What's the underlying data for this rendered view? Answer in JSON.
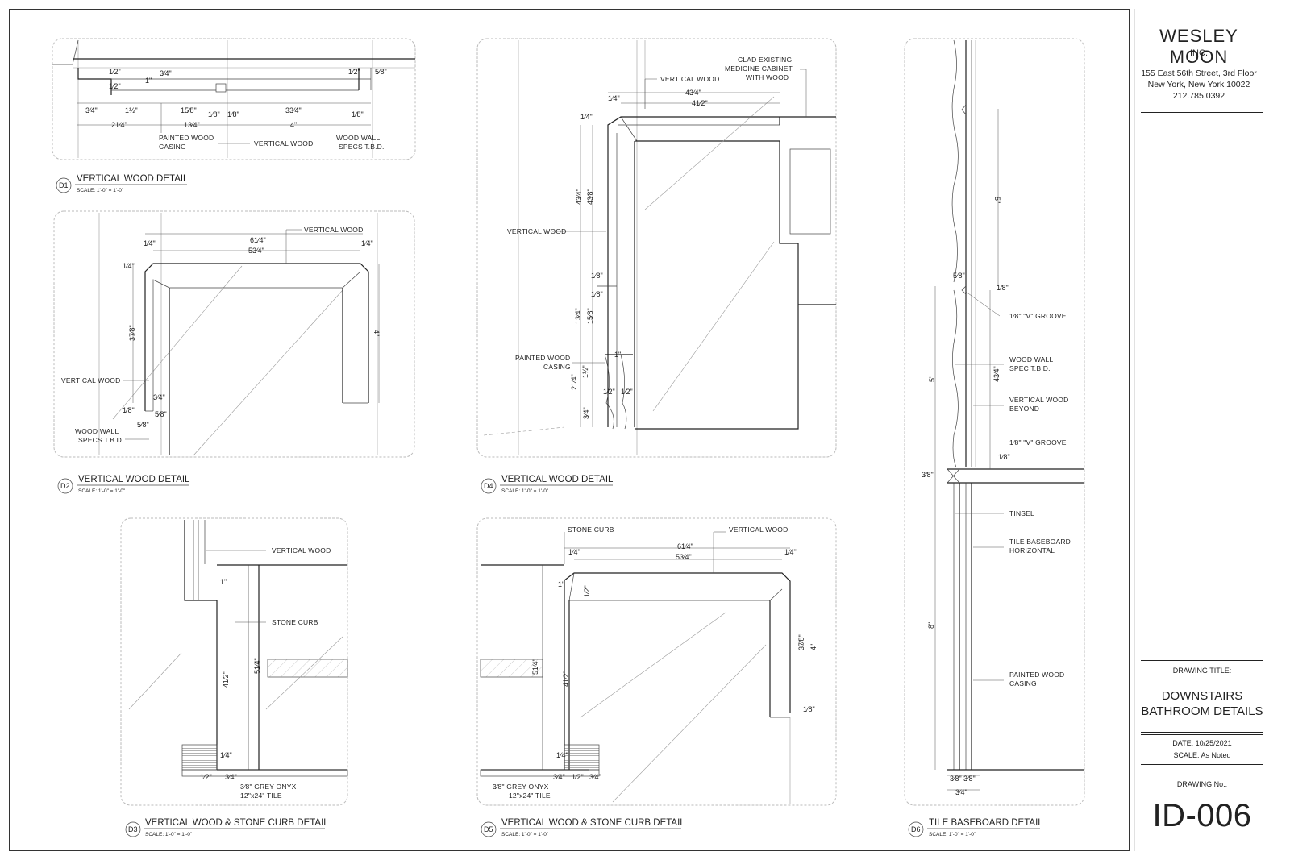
{
  "title_block": {
    "firm_name": "WESLEY MOON",
    "firm_suffix": "INC.",
    "address_line1": "155 East 56th Street, 3rd Floor",
    "address_line2": "New York, New York 10022",
    "phone": "212.785.0392",
    "drawing_title_label": "DRAWING TITLE:",
    "drawing_title_line1": "DOWNSTAIRS",
    "drawing_title_line2": "BATHROOM DETAILS",
    "date": "DATE: 10/25/2021",
    "scale": "SCALE: As Noted",
    "drawing_no_label": "DRAWING No.:",
    "drawing_no": "ID-006"
  },
  "details": {
    "d1": {
      "tag": "D1",
      "title": "VERTICAL WOOD DETAIL",
      "scale": "SCALE: 1'-0\" = 1'-0\"",
      "labels": {
        "painted_wood_casing_1": "PAINTED WOOD",
        "painted_wood_casing_2": "CASING",
        "vertical_wood": "VERTICAL WOOD",
        "wood_wall_1": "WOOD WALL",
        "wood_wall_2": "SPECS T.B.D."
      },
      "dims": {
        "a": "3⁄4\"",
        "b": "1½\"",
        "c": "15⁄8\"",
        "d": "33⁄4\"",
        "e": "21⁄4\"",
        "f": "13⁄4\"",
        "g": "4\"",
        "h": "1\"",
        "i": "1⁄8\"",
        "j": "1⁄8\"",
        "k": "1⁄8\"",
        "l": "1⁄2\"",
        "m": "1⁄2\"",
        "n": "3⁄4\"",
        "o": "1⁄2\"",
        "p": "5⁄8\""
      }
    },
    "d2": {
      "tag": "D2",
      "title": "VERTICAL WOOD DETAIL",
      "scale": "SCALE: 1'-0\" = 1'-0\"",
      "labels": {
        "vertical_wood_top": "VERTICAL WOOD",
        "vertical_wood_left": "VERTICAL WOOD",
        "wood_wall_1": "WOOD WALL",
        "wood_wall_2": "SPECS T.B.D."
      },
      "dims": {
        "a": "61⁄4\"",
        "b": "53⁄4\"",
        "c": "1⁄4\"",
        "d": "1⁄4\"",
        "e": "1⁄4\"",
        "f": "37⁄8\"",
        "g": "4\"",
        "h": "3⁄4\"",
        "i": "1⁄8\"",
        "j": "5⁄8\"",
        "k": "5⁄8\""
      }
    },
    "d3": {
      "tag": "D3",
      "title": "VERTICAL WOOD & STONE CURB DETAIL",
      "scale": "SCALE: 1'-0\" = 1'-0\"",
      "labels": {
        "vertical_wood": "VERTICAL WOOD",
        "stone_curb": "STONE CURB",
        "tile_1": "3⁄8\" GREY ONYX",
        "tile_2": "12\"x24\" TILE"
      },
      "dims": {
        "a": "1\"",
        "b": "41⁄2\"",
        "c": "51⁄4\"",
        "d": "1⁄4\"",
        "e": "1⁄2\"",
        "f": "3⁄4\""
      }
    },
    "d4": {
      "tag": "D4",
      "title": "VERTICAL WOOD DETAIL",
      "scale": "SCALE: 1'-0\" = 1'-0\"",
      "labels": {
        "clad_1": "CLAD EXISTING",
        "clad_2": "MEDICINE CABINET",
        "clad_3": "WITH WOOD",
        "vertical_wood_top": "VERTICAL WOOD",
        "vertical_wood_left": "VERTICAL WOOD",
        "painted_1": "PAINTED WOOD",
        "painted_2": "CASING"
      },
      "dims": {
        "a": "43⁄4\"",
        "b": "41⁄2\"",
        "c": "1⁄4\"",
        "d": "1⁄4\"",
        "e": "43⁄4\"",
        "f": "43⁄8\"",
        "g": "1⁄8\"",
        "h": "1⁄8\"",
        "i": "13⁄4\"",
        "j": "15⁄8\"",
        "k": "1\"",
        "l": "1½\"",
        "m": "21⁄4\"",
        "n": "1⁄2\"",
        "o": "1⁄2\"",
        "p": "3⁄4\""
      }
    },
    "d5": {
      "tag": "D5",
      "title": "VERTICAL WOOD & STONE CURB DETAIL",
      "scale": "SCALE: 1'-0\" = 1'-0\"",
      "labels": {
        "stone_curb": "STONE CURB",
        "vertical_wood": "VERTICAL WOOD",
        "tile_1": "3⁄8\" GREY ONYX",
        "tile_2": "12\"x24\" TILE"
      },
      "dims": {
        "a": "61⁄4\"",
        "b": "53⁄4\"",
        "c": "1⁄4\"",
        "d": "1⁄4\"",
        "e": "1\"",
        "f": "1⁄2\"",
        "g": "51⁄4\"",
        "h": "41⁄2\"",
        "i": "37⁄8\"",
        "j": "4\"",
        "k": "1⁄8\"",
        "l": "1⁄4\"",
        "m": "3⁄4\"",
        "n": "1⁄2\"",
        "o": "3⁄4\""
      }
    },
    "d6": {
      "tag": "D6",
      "title": "TILE BASEBOARD DETAIL",
      "scale": "SCALE: 1'-0\" = 1'-0\"",
      "labels": {
        "vgroove_1": "1⁄8\" \"V\" GROOVE",
        "wood_wall_1": "WOOD WALL",
        "wood_wall_2": "SPEC T.B.D.",
        "vwb_1": "VERTICAL WOOD",
        "vwb_2": "BEYOND",
        "vgroove_2": "1⁄8\" \"V\" GROOVE",
        "tinsel": "TINSEL",
        "tbh_1": "TILE BASEBOARD",
        "tbh_2": "HORIZONTAL",
        "pwc_1": "PAINTED WOOD",
        "pwc_2": "CASING"
      },
      "dims": {
        "a": "5\"",
        "b": "5⁄8\"",
        "c": "1⁄8\"",
        "d": "5\"",
        "e": "43⁄4\"",
        "f": "1⁄8\"",
        "g": "3⁄8\"",
        "h": "8\"",
        "i": "3⁄8\"",
        "j": "3⁄8\"",
        "k": "3⁄4\""
      }
    }
  }
}
